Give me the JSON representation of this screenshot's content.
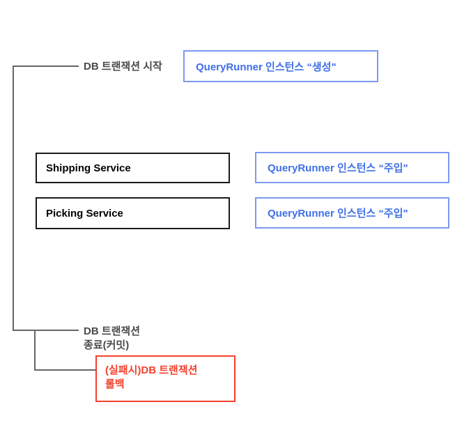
{
  "diagram": {
    "title": "DB transaction flow with QueryRunner",
    "colors": {
      "connector_gray": "#666666",
      "label_gray": "#4a4a4a",
      "blue_text": "#3f6fe8",
      "blue_border": "#7d99f0",
      "black_border": "#1a1a1a",
      "red": "#f4402c",
      "background": "#ffffff"
    },
    "labels": {
      "tx_start": "DB 트랜잭션 시작",
      "tx_end_line1": "DB 트랜잭션",
      "tx_end_line2": "종료(커밋)"
    },
    "nodes": {
      "qr_create": "QueryRunner 인스턴스 “생성\"",
      "shipping_service": "Shipping Service",
      "picking_service": "Picking Service",
      "qr_inject_shipping": "QueryRunner 인스턴스 “주입\"",
      "qr_inject_picking": "QueryRunner 인스턴스 “주입\"",
      "rollback_line1": "(실패시)DB 트랜잭션",
      "rollback_line2": "롤백"
    }
  }
}
